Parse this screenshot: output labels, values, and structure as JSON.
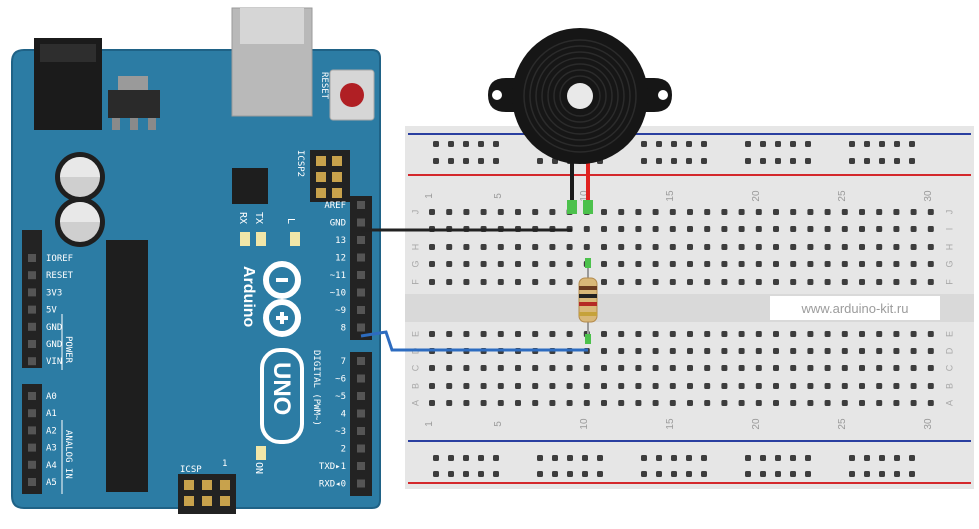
{
  "arduino": {
    "brand": "Arduino",
    "model": "UNO",
    "reset_label": "RESET",
    "icsp2_label": "ICSP2",
    "icsp_label": "ICSP",
    "on_label": "ON",
    "tx_label": "TX",
    "rx_label": "RX",
    "l_label": "L",
    "digital_label": "DIGITAL (PWM~)",
    "power_label": "POWER",
    "analog_label": "ANALOG IN",
    "icsp_pin1": "1",
    "power_pins": [
      "IOREF",
      "RESET",
      "3V3",
      "5V",
      "GND",
      "GND",
      "VIN"
    ],
    "analog_pins": [
      "A0",
      "A1",
      "A2",
      "A3",
      "A4",
      "A5"
    ],
    "digital_pins_upper": [
      "AREF",
      "GND",
      "13",
      "12",
      "~11",
      "~10",
      "~9",
      "8"
    ],
    "digital_pins_lower": [
      "7",
      "~6",
      "~5",
      "4",
      "~3",
      "2",
      "TXD▸1",
      "RXD◂0"
    ]
  },
  "breadboard": {
    "column_numbers": [
      "1",
      "5",
      "10",
      "15",
      "20",
      "25",
      "30"
    ],
    "rows_top": [
      "J",
      "I",
      "H",
      "G",
      "F"
    ],
    "rows_bottom": [
      "E",
      "D",
      "C",
      "B",
      "A"
    ],
    "watermark": "www.arduino-kit.ru"
  },
  "colors": {
    "board": "#2c7ca4",
    "board_edge": "#1f6286",
    "breadboard": "#e6e6e6",
    "rail_red": "#d4282c",
    "rail_blue": "#2a3fa0",
    "wire_gnd": "#222222",
    "wire_signal": "#2d6cc0",
    "buzzer": "#161616"
  },
  "components": [
    "piezo-buzzer",
    "resistor"
  ]
}
